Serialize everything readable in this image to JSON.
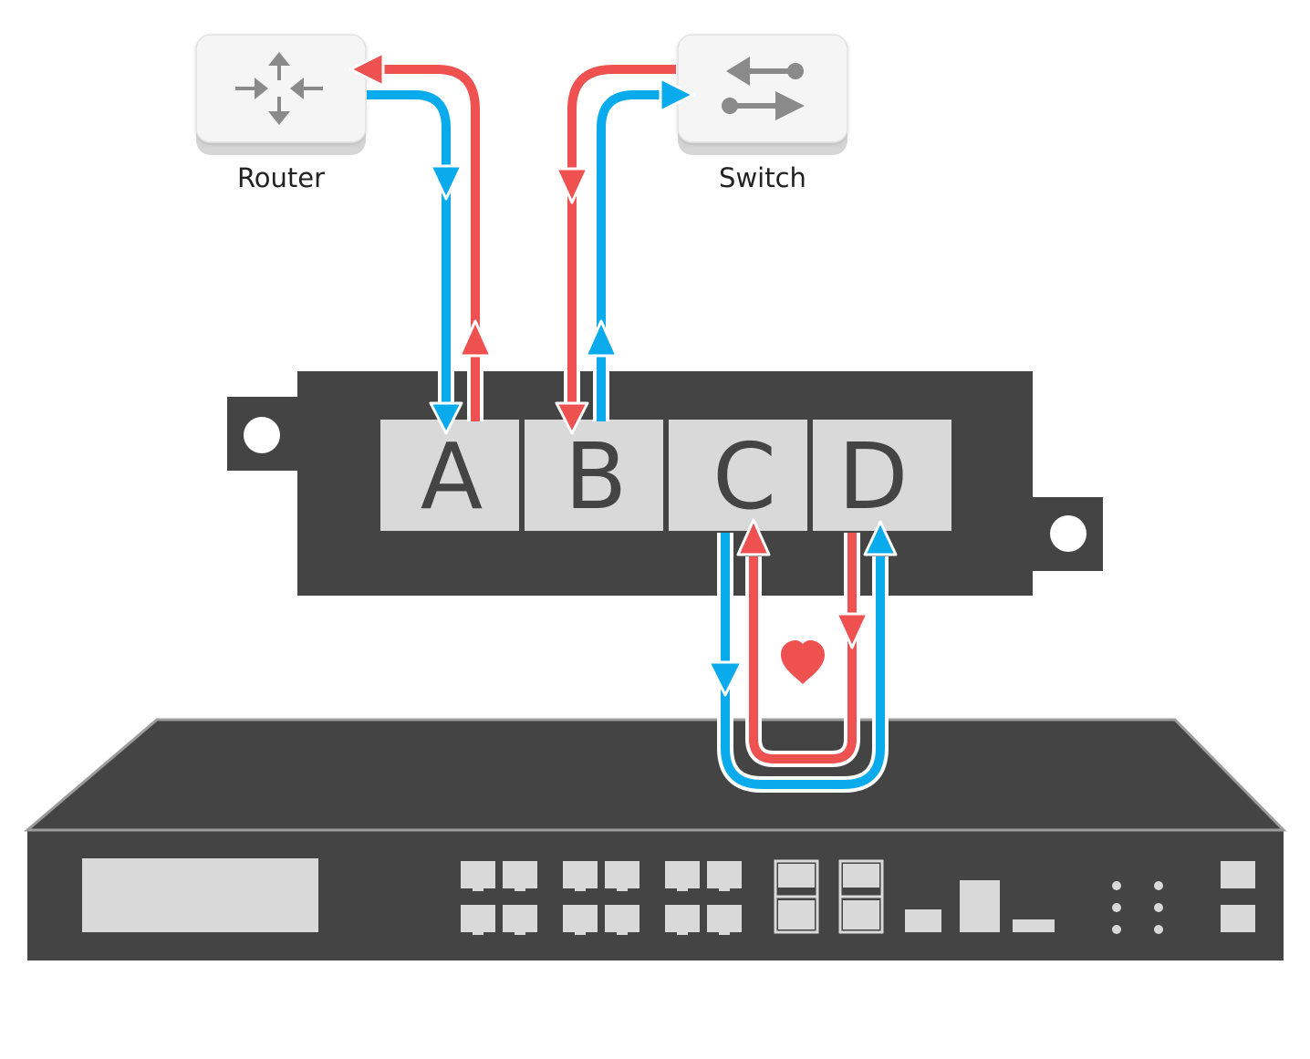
{
  "devices": {
    "router": {
      "label": "Router",
      "icon": "router-icon"
    },
    "switch": {
      "label": "Switch",
      "icon": "switch-icon"
    }
  },
  "bypass": {
    "ports": [
      "A",
      "B",
      "C",
      "D"
    ],
    "heartbeat_icon": "heart-icon"
  },
  "appliance": {
    "icon": "network-appliance"
  },
  "colors": {
    "device_fill": "#1a1a1a",
    "port_fill": "#d9d9d9",
    "tile_fill": "#f5f5f5",
    "tile_shadow": "#d6d6d6",
    "icon_gray": "#8a8a8a",
    "red_flow": "#ef5050",
    "blue_flow": "#0aabec"
  }
}
